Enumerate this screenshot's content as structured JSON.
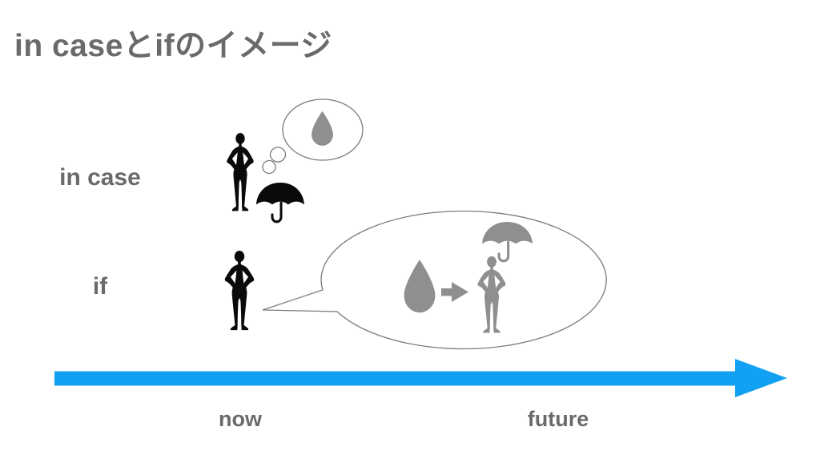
{
  "title": "in caseとifのイメージ",
  "rows": [
    {
      "label": "in case"
    },
    {
      "label": "if"
    }
  ],
  "timeline": {
    "start_label": "now",
    "end_label": "future"
  },
  "colors": {
    "accent_blue": "#12A1F2",
    "figure_black": "#0A0A0A",
    "figure_gray": "#8F8F8F",
    "text_gray": "#6A6A6A",
    "bubble_outline": "#7A7A7A",
    "background": "#FFFFFF"
  },
  "icons": {
    "person": "🧍",
    "umbrella": "☂",
    "raindrop": "💧",
    "arrow_right": "→",
    "thought_bubble": "💭",
    "speech_bubble": "🗨"
  }
}
